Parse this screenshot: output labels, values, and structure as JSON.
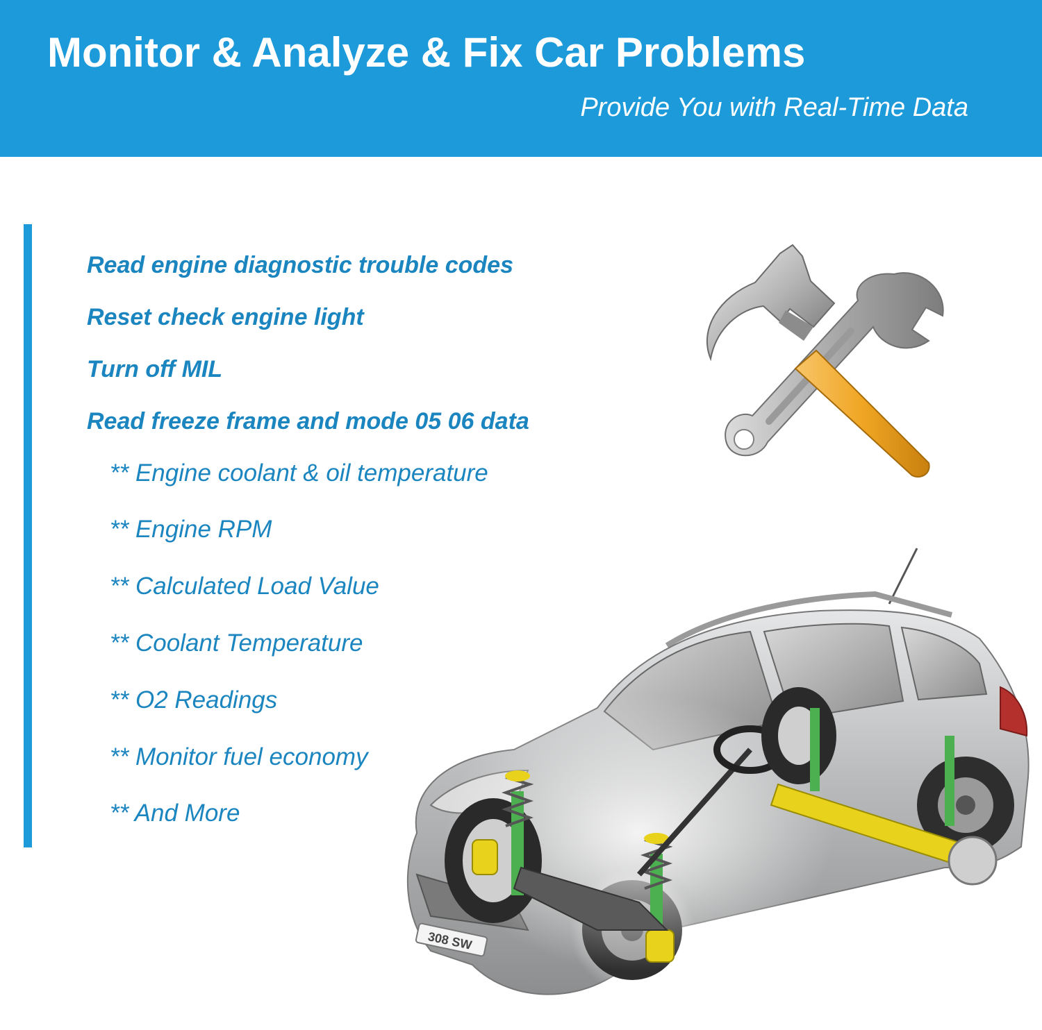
{
  "header": {
    "title": "Monitor & Analyze & Fix Car Problems",
    "subtitle": "Provide You with Real-Time Data"
  },
  "features": [
    "Read engine diagnostic trouble codes",
    "Reset check engine light",
    "Turn off MIL",
    "Read freeze frame and mode 05 06 data"
  ],
  "data_items": [
    "** Engine coolant & oil temperature",
    "** Engine RPM",
    "** Calculated Load Value",
    "** Coolant Temperature",
    "** O2 Readings",
    "** Monitor fuel economy",
    "** And More"
  ],
  "car_plate": "308 SW",
  "colors": {
    "banner": "#1d9ad9",
    "text_accent": "#1b85c0",
    "hammer_handle": "#f0a623",
    "suspension_green": "#4caf50",
    "brake_yellow": "#e8d21c",
    "car_body": "#b9babb"
  },
  "icons": {
    "tools": "hammer-and-wrench-icon",
    "car": "car-suspension-illustration"
  }
}
